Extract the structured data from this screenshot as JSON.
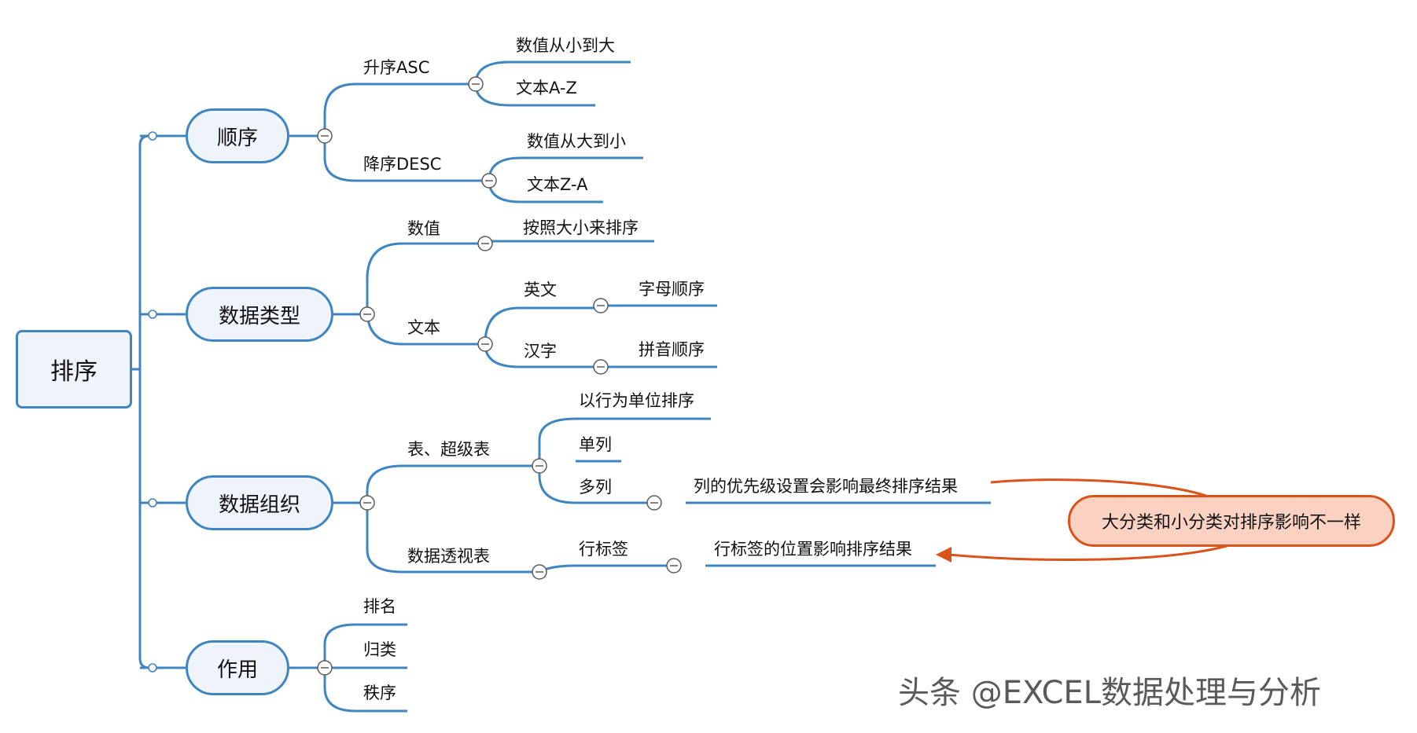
{
  "root": {
    "label": "排序"
  },
  "branches": {
    "order": {
      "label": "顺序",
      "asc": {
        "label": "升序ASC",
        "items": [
          "数值从小到大",
          "文本A-Z"
        ]
      },
      "desc": {
        "label": "降序DESC",
        "items": [
          "数值从大到小",
          "文本Z-A"
        ]
      }
    },
    "type": {
      "label": "数据类型",
      "number": {
        "label": "数值",
        "item": "按照大小来排序"
      },
      "text": {
        "label": "文本",
        "english": {
          "label": "英文",
          "item": "字母顺序"
        },
        "chinese": {
          "label": "汉字",
          "item": "拼音顺序"
        }
      }
    },
    "org": {
      "label": "数据组织",
      "table": {
        "label": "表、超级表",
        "row": "以行为单位排序",
        "single": "单列",
        "multi": {
          "label": "多列",
          "item": "列的优先级设置会影响最终排序结果"
        }
      },
      "pivot": {
        "label": "数据透视表",
        "rowlabel": {
          "label": "行标签",
          "item": "行标签的位置影响排序结果"
        }
      }
    },
    "use": {
      "label": "作用",
      "items": [
        "排名",
        "归类",
        "秩序"
      ]
    }
  },
  "note": {
    "label": "大分类和小分类对排序影响不一样"
  },
  "watermark": "头条 @EXCEL数据处理与分析",
  "colors": {
    "line": "#3f86c0",
    "node_fill": "#eef4fa",
    "note_fill": "#fbd2c2",
    "note_border": "#d9531a"
  }
}
